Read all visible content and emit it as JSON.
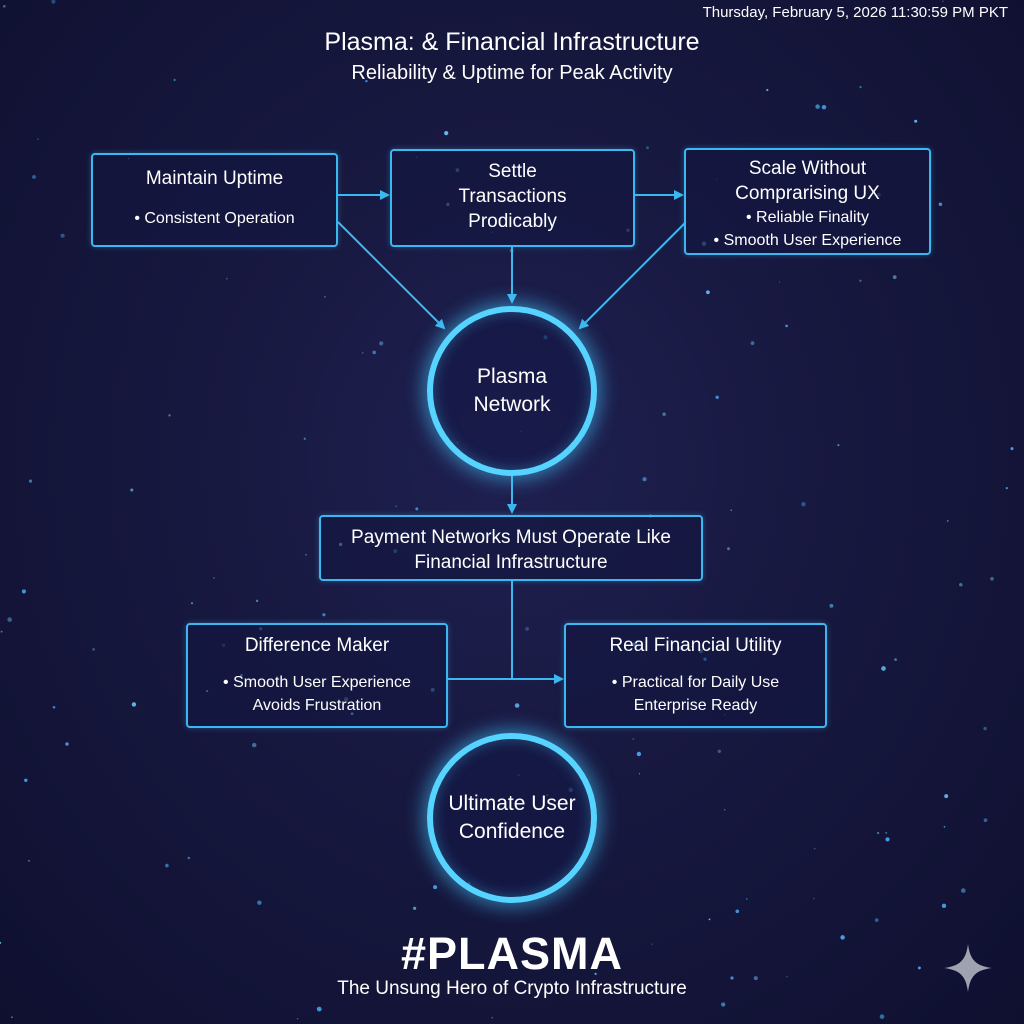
{
  "header": {
    "timestamp": "Thursday, February 5, 2026 11:30:59 PM PKT",
    "title": "Plasma: & Financial Infrastructure",
    "subtitle": "Reliability & Uptime for Peak Activity"
  },
  "nodes": {
    "maintain_uptime": {
      "title": "Maintain Uptime",
      "bullets": [
        "• Consistent Operation"
      ]
    },
    "settle_transactions": {
      "title_lines": [
        "Settle",
        "Transactions",
        "Prodicably"
      ]
    },
    "scale_without": {
      "title_lines": [
        "Scale Without",
        "Comprarising UX"
      ],
      "bullets": [
        "• Reliable Finality",
        "• Smooth User Experience"
      ]
    },
    "plasma_network": {
      "lines": [
        "Plasma",
        "Network"
      ]
    },
    "payment_networks": {
      "lines": [
        "Payment Networks Must Operate Like",
        "Financial Infrastructure"
      ]
    },
    "difference_maker": {
      "title": "Difference Maker",
      "lines": [
        "• Smooth User Experience",
        "Avoids Frustration"
      ]
    },
    "real_utility": {
      "title": "Real Financial Utility",
      "lines": [
        "• Practical for Daily Use",
        "Enterprise Ready"
      ]
    },
    "ultimate_confidence": {
      "lines": [
        "Ultimate User",
        "Confidence"
      ]
    }
  },
  "footer": {
    "brand": "#PLASMA",
    "tagline": "The Unsung Hero of Crypto Infrastructure"
  },
  "colors": {
    "accent": "#3cb8f0",
    "glow": "#56d4ff",
    "background": "#17183f",
    "text": "#ffffff"
  },
  "icons": {
    "corner": "sparkle-icon"
  }
}
